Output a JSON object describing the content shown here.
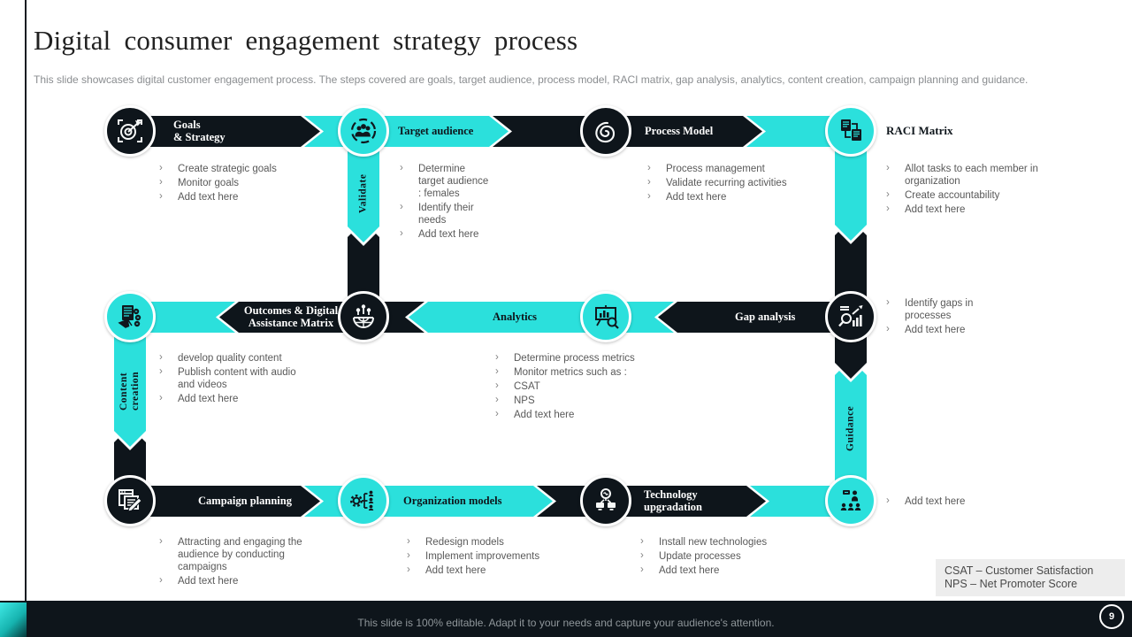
{
  "slide": {
    "title": "Digital consumer engagement strategy process",
    "subtitle": "This slide showcases digital customer engagement process. The steps covered are goals, target audience, process model, RACI matrix, gap analysis, analytics, content creation, campaign planning and guidance.",
    "footer_note": "This slide is 100% editable. Adapt it to your needs and capture your audience's attention.",
    "page_number": "9",
    "colors": {
      "accent": "#2BE0DC",
      "dark": "#0E151B"
    }
  },
  "legend": {
    "line1": "CSAT – Customer Satisfaction",
    "line2": "NPS – Net Promoter Score"
  },
  "connectors": {
    "validate": "Validate",
    "content_creation": "Content\ncreation",
    "guidance": "Guidance"
  },
  "steps": {
    "goals": {
      "label": "Goals\n& Strategy",
      "icon": "target-icon",
      "bullets": [
        "Create strategic goals",
        "Monitor goals",
        "Add text here"
      ]
    },
    "target_audience": {
      "label": "Target audience",
      "icon": "audience-icon",
      "bullets": [
        "Determine target audience : females",
        "Identify their needs",
        "Add text here"
      ]
    },
    "process_model": {
      "label": "Process Model",
      "icon": "spiral-icon",
      "bullets": [
        "Process management",
        "Validate recurring activities",
        "Add text here"
      ]
    },
    "raci_matrix": {
      "label": "RACI Matrix",
      "icon": "linked-documents-icon",
      "bullets": [
        "Allot tasks to each member in organization",
        "Create accountability",
        "Add text here"
      ]
    },
    "gap_analysis": {
      "label": "Gap analysis",
      "icon": "magnifier-chart-icon",
      "bullets": [
        "Identify gaps in processes",
        "Add text here"
      ]
    },
    "analytics": {
      "label": "Analytics",
      "icon": "presentation-chart-icon",
      "bullets": [
        "Determine process metrics",
        "Monitor metrics such as :",
        "CSAT",
        "NPS",
        "Add text here"
      ]
    },
    "outcomes_matrix": {
      "label": "Outcomes & Digital\nAssistance Matrix",
      "icon": "globe-network-icon",
      "bullets": [
        "develop quality content",
        "Publish content with audio and videos",
        "Add text here"
      ]
    },
    "campaign_planning": {
      "label": "Campaign planning",
      "icon": "planner-pencil-icon",
      "bullets": [
        "Attracting and engaging the audience by conducting campaigns",
        "Add text here"
      ]
    },
    "organization_models": {
      "label": "Organization models",
      "icon": "gear-hierarchy-icon",
      "bullets": [
        "Redesign models",
        "Implement improvements",
        "Add text here"
      ]
    },
    "technology_upgradation": {
      "label": "Technology\nupgradation",
      "icon": "brain-devices-icon",
      "bullets": [
        "Install new technologies",
        "Update processes",
        "Add text here"
      ]
    },
    "final_step": {
      "icon": "meeting-icon",
      "bullets": [
        "Add text here"
      ]
    }
  }
}
